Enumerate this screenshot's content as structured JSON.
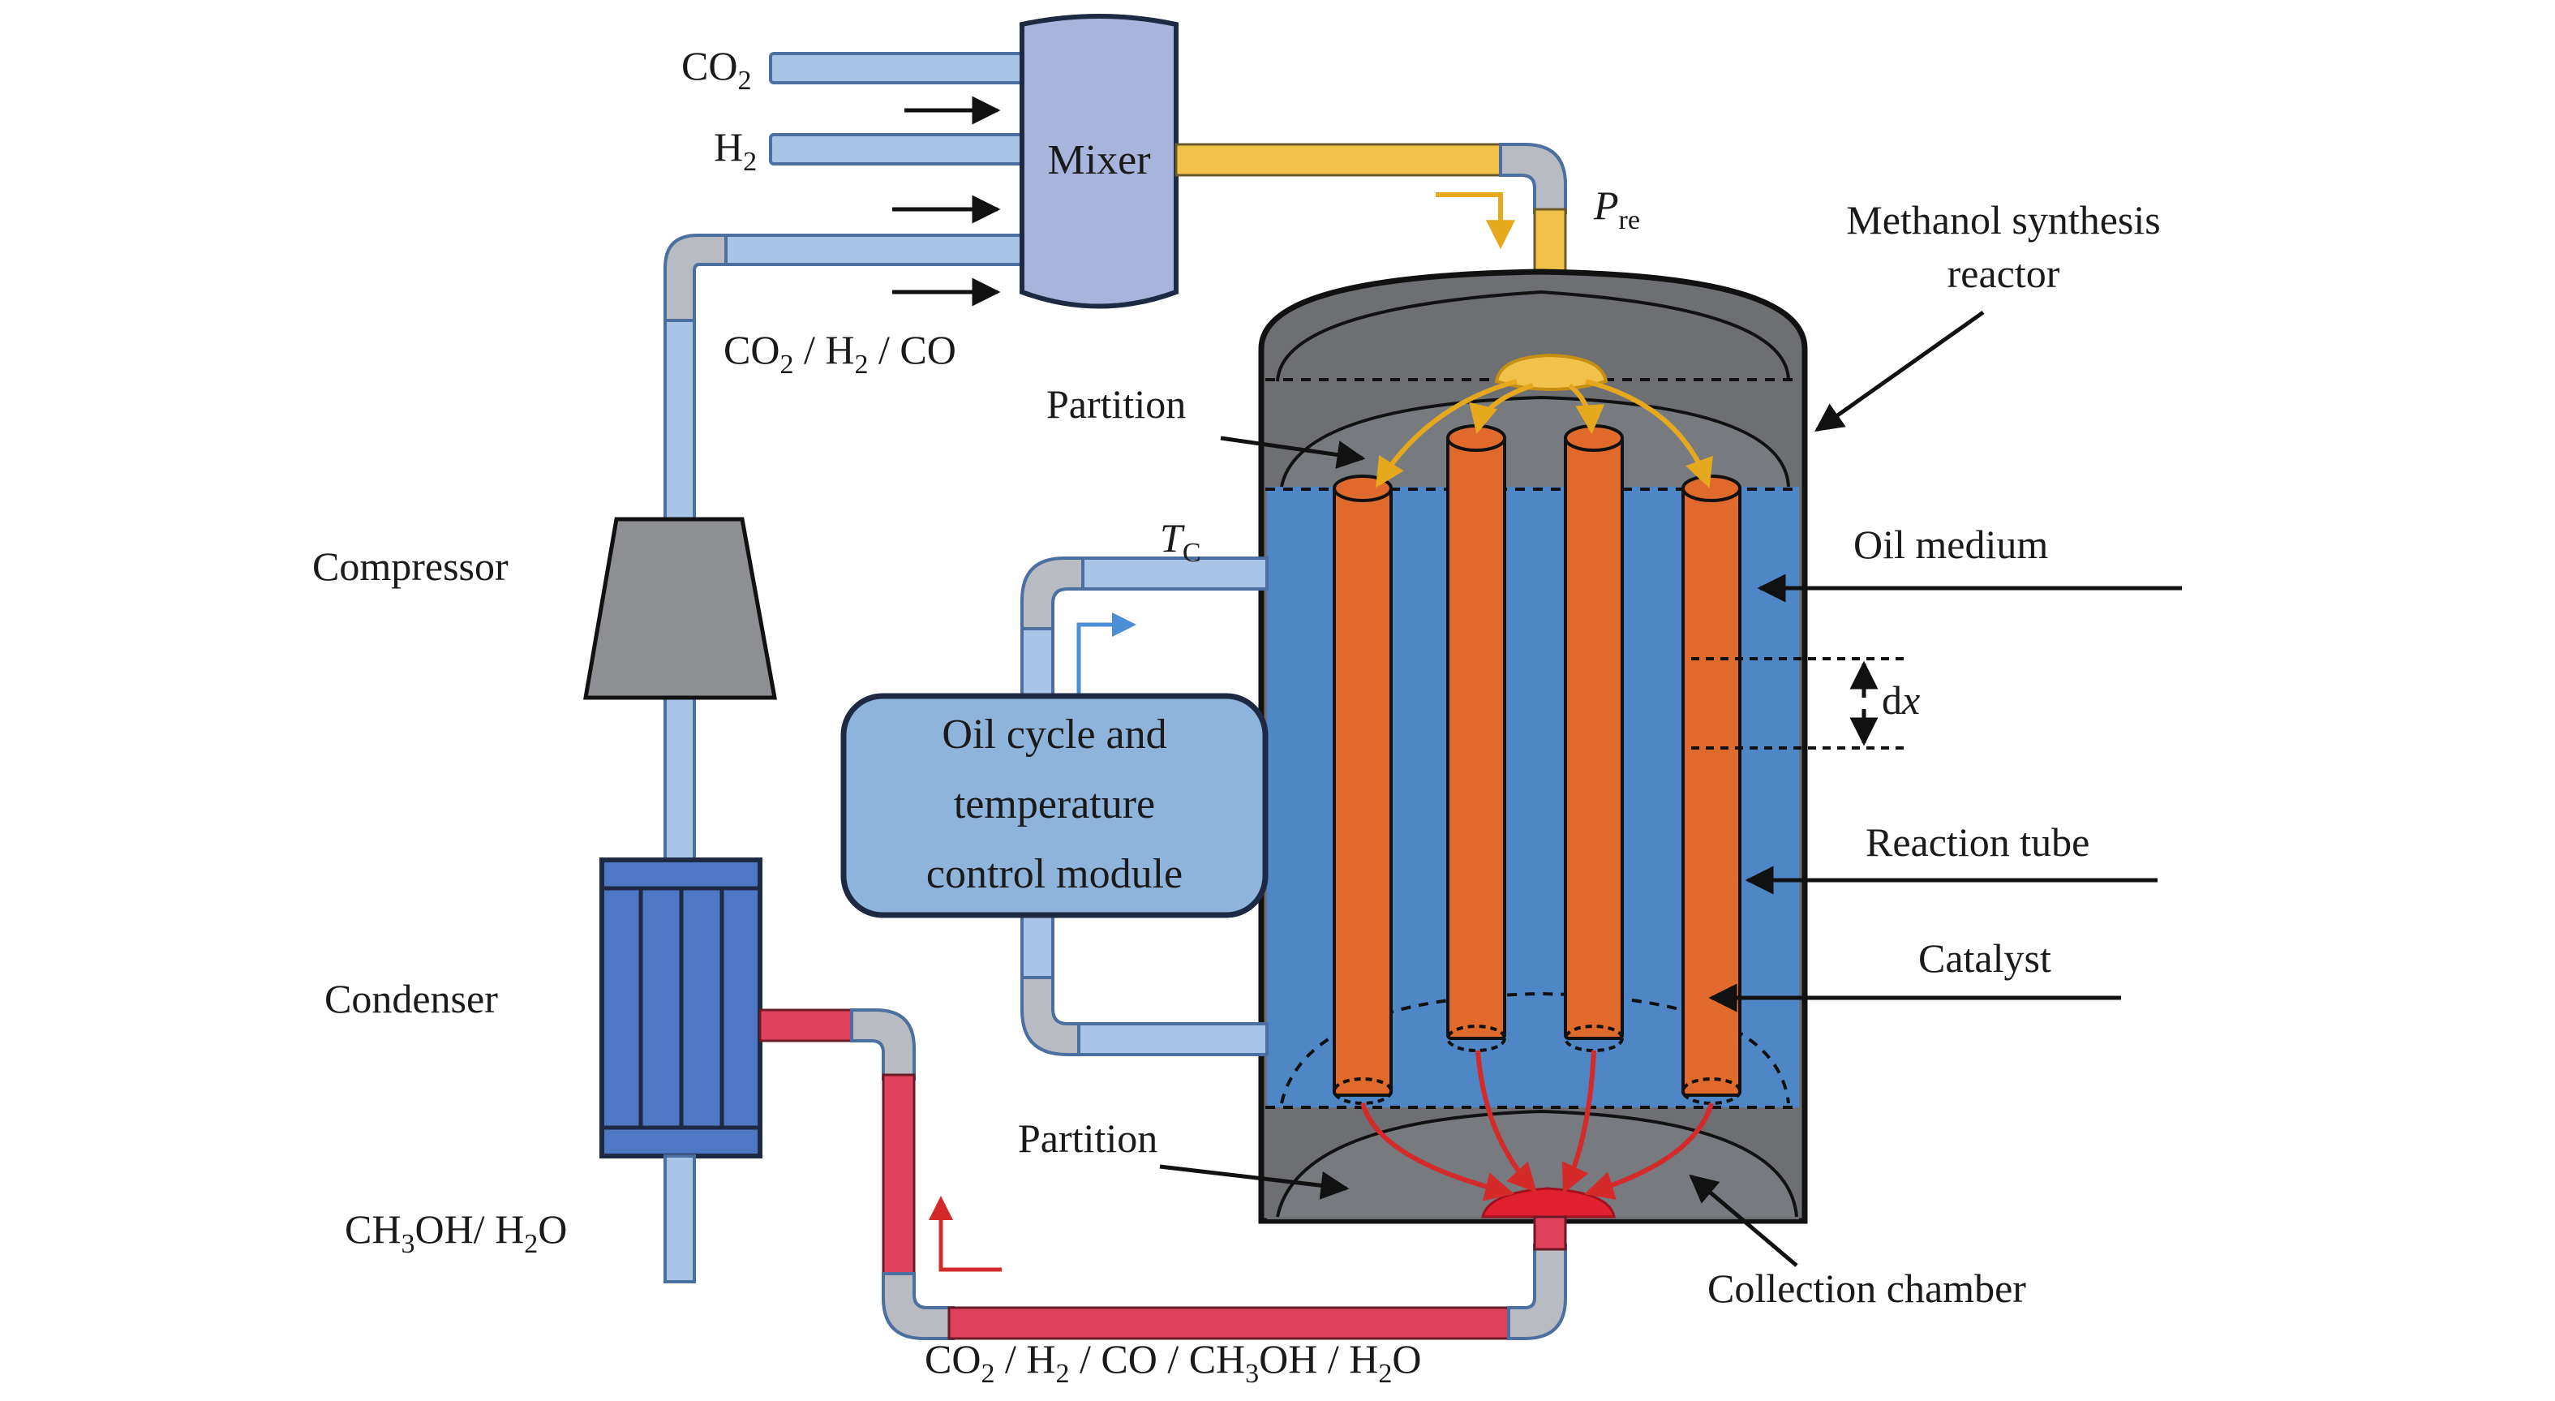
{
  "labels": {
    "co2": "CO",
    "co2_sub": "2",
    "h2": "H",
    "h2_sub": "2",
    "mixer": "Mixer",
    "recycle_gas": [
      "CO",
      "2",
      " / H",
      "2",
      " / CO"
    ],
    "compressor": "Compressor",
    "condenser": "Condenser",
    "liquid_product": [
      "CH",
      "3",
      "OH/ H",
      "2",
      "O"
    ],
    "outlet_gas": [
      "CO",
      "2",
      " / H",
      "2",
      " / CO / CH",
      "3",
      "OH / H",
      "2",
      "O"
    ],
    "p_re": "P",
    "p_re_sub": "re",
    "reactor": [
      "Methanol synthesis",
      "reactor"
    ],
    "partition_top": "Partition",
    "partition_bottom": "Partition",
    "t_c": "T",
    "t_c_sub": "C",
    "oil_module": [
      "Oil cycle and",
      "temperature",
      "control module"
    ],
    "oil_medium": "Oil medium",
    "dx": "d",
    "dx_var": "x",
    "reaction_tube": "Reaction tube",
    "catalyst": "Catalyst",
    "collection_chamber": "Collection chamber"
  },
  "colors": {
    "blue_pipe": "#a8c4e6",
    "blue_pipe_edge": "#4a6fa0",
    "gold_pipe": "#f0c24a",
    "red_pipe": "#e0415a",
    "grey_elbow": "#b8bcc2",
    "reactor_shell": "#6d6f72",
    "oil": "#4f86c6",
    "tube": "#e06a2c",
    "module": "#8fb4dc",
    "mixer": "#a9b4dd"
  }
}
